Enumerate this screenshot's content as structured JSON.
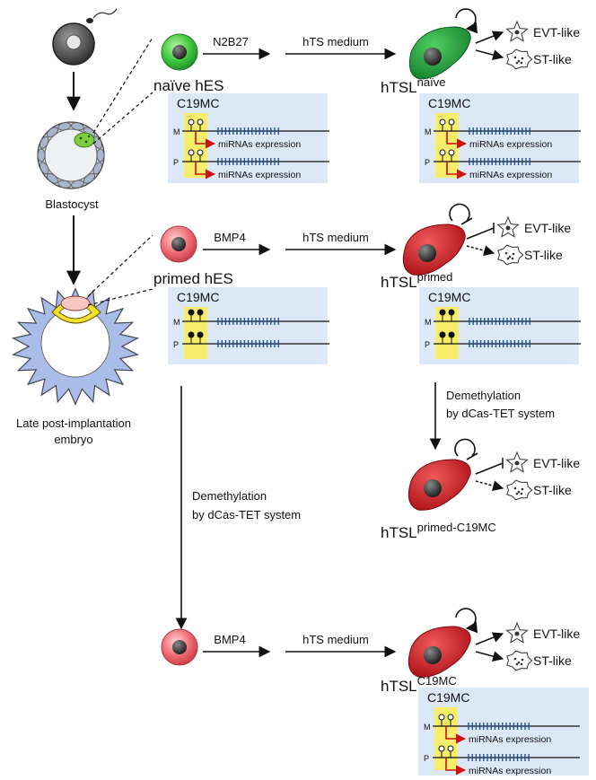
{
  "labels": {
    "blastocyst": "Blastocyst",
    "late_embryo_line1": "Late post-implantation",
    "late_embryo_line2": "embryo",
    "naive_hes": "naïve hES",
    "primed_hes": "primed hES",
    "n2b27": "N2B27",
    "bmp4": "BMP4",
    "hts_medium": "hTS medium",
    "htsl_base": "hTSL",
    "htsl_naive_sup": "naïve",
    "htsl_primed_sup": "primed",
    "htsl_primed_c19mc_sup": "primed-C19MC",
    "htsl_c19mc_sup": "C19MC",
    "evt_like": "EVT-like",
    "st_like": "ST-like",
    "demethylation_line1": "Demethylation",
    "demethylation_line2": "by dCas-TET system",
    "c19mc": "C19MC",
    "maternal": "M",
    "paternal": "P",
    "mirna_expression": "miRNAs expression"
  },
  "colors": {
    "naive_cell": "#3cc43c",
    "primed_cell": "#e0505a",
    "htsl_green": "#1f9a3a",
    "htsl_red": "#c8141e",
    "panel_bg": "#dce8f5",
    "cpg_highlight": "#f6ee6a",
    "mirna_tick": "#1f4f9a",
    "expression_arrow": "#cc1111",
    "embryo_fill": "#a9bde8",
    "yolk_yellow": "#f4e22a"
  }
}
